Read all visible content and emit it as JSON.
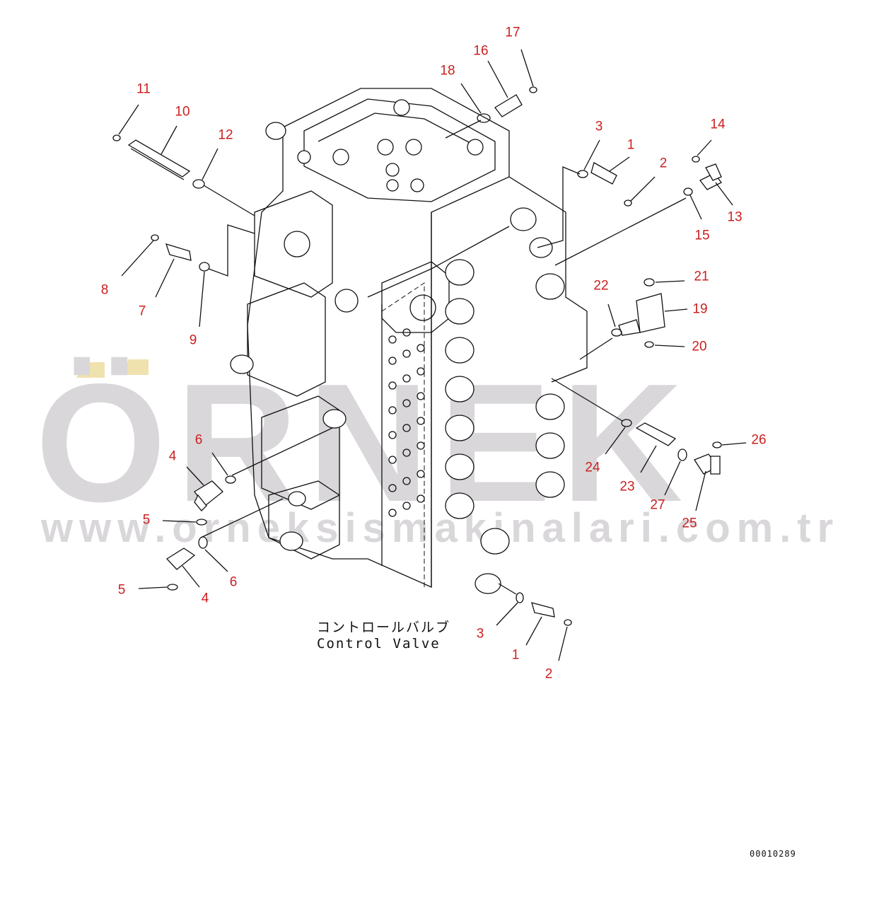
{
  "diagram": {
    "caption_jp": "コントロールバルブ",
    "caption_en": "Control Valve",
    "drawing_code": "00010289",
    "watermark": {
      "brand": "ÖRNEK",
      "url": "www.orneksismakinalari.com.tr"
    },
    "colors": {
      "callout": "#cc1f1f",
      "line": "#111111",
      "watermark": "#d9d7da",
      "watermark_accent": "#f0e2ae"
    },
    "callouts": [
      {
        "id": "c-17-top",
        "label": "17"
      },
      {
        "id": "c-16-top",
        "label": "16"
      },
      {
        "id": "c-18-top",
        "label": "18"
      },
      {
        "id": "c-11",
        "label": "11"
      },
      {
        "id": "c-10",
        "label": "10"
      },
      {
        "id": "c-12",
        "label": "12"
      },
      {
        "id": "c-3-upper",
        "label": "3"
      },
      {
        "id": "c-1-upper",
        "label": "1"
      },
      {
        "id": "c-2-upper",
        "label": "2"
      },
      {
        "id": "c-14",
        "label": "14"
      },
      {
        "id": "c-13",
        "label": "13"
      },
      {
        "id": "c-15",
        "label": "15"
      },
      {
        "id": "c-8",
        "label": "8"
      },
      {
        "id": "c-7",
        "label": "7"
      },
      {
        "id": "c-9",
        "label": "9"
      },
      {
        "id": "c-21",
        "label": "21"
      },
      {
        "id": "c-22",
        "label": "22"
      },
      {
        "id": "c-19",
        "label": "19"
      },
      {
        "id": "c-20",
        "label": "20"
      },
      {
        "id": "c-6-upper",
        "label": "6"
      },
      {
        "id": "c-4-upper",
        "label": "4"
      },
      {
        "id": "c-26",
        "label": "26"
      },
      {
        "id": "c-24",
        "label": "24"
      },
      {
        "id": "c-23",
        "label": "23"
      },
      {
        "id": "c-27",
        "label": "27"
      },
      {
        "id": "c-25",
        "label": "25"
      },
      {
        "id": "c-5-upper",
        "label": "5"
      },
      {
        "id": "c-6-lower",
        "label": "6"
      },
      {
        "id": "c-5-lower",
        "label": "5"
      },
      {
        "id": "c-4-lower",
        "label": "4"
      },
      {
        "id": "c-3-lower",
        "label": "3"
      },
      {
        "id": "c-1-lower",
        "label": "1"
      },
      {
        "id": "c-2-lower",
        "label": "2"
      }
    ]
  }
}
